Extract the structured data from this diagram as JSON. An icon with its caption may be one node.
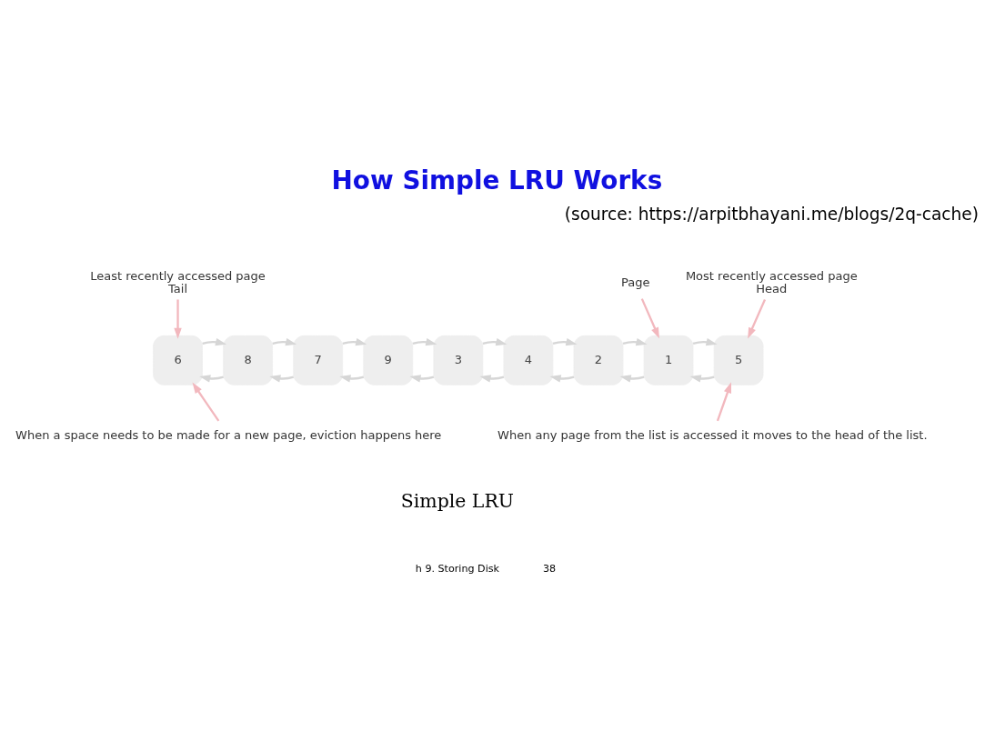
{
  "diagram": {
    "title": "How Simple LRU Works",
    "caption": "Simple LRU",
    "nodes": [
      {
        "text": [
          "Most recently accessed page",
          "Head"
        ]
      },
      {
        "text": [
          "Page"
        ]
      },
      {
        "text": [
          "Least recently accessed page",
          "Tail"
        ]
      },
      {
        "text": [
          "5"
        ]
      },
      {
        "text": [
          "1"
        ]
      },
      {
        "text": [
          "2"
        ]
      },
      {
        "text": [
          "4"
        ]
      },
      {
        "text": [
          "3"
        ]
      },
      {
        "text": [
          "9"
        ]
      },
      {
        "text": [
          "7"
        ]
      },
      {
        "text": [
          "8"
        ]
      },
      {
        "text": [
          "6"
        ]
      },
      {
        "text": [
          "When any page from the list is accessed it moves to the head of the list."
        ]
      },
      {
        "text": [
          "When a space needs to be made for a new page, eviction happens here"
        ]
      }
    ],
    "edges": [
      {
        "from": 0,
        "to": 3,
        "arrow": "to",
        "color": "#f2b8be"
      },
      {
        "from": 1,
        "to": 4,
        "arrow": "to",
        "color": "#f2b8be"
      },
      {
        "from": 2,
        "to": 11,
        "arrow": "to",
        "color": "#f2b8be"
      },
      {
        "from": 3,
        "to": 4,
        "arrow": "to"
      },
      {
        "from": 4,
        "to": 3,
        "arrow": "to"
      },
      {
        "from": 4,
        "to": 5,
        "arrow": "to"
      },
      {
        "from": 5,
        "to": 4,
        "arrow": "to"
      },
      {
        "from": 5,
        "to": 6,
        "arrow": "to"
      },
      {
        "from": 6,
        "to": 5,
        "arrow": "to"
      },
      {
        "from": 6,
        "to": 7,
        "arrow": "to"
      },
      {
        "from": 7,
        "to": 6,
        "arrow": "to"
      },
      {
        "from": 7,
        "to": 8,
        "arrow": "to"
      },
      {
        "from": 8,
        "to": 7,
        "arrow": "to"
      },
      {
        "from": 8,
        "to": 9,
        "arrow": "to"
      },
      {
        "from": 9,
        "to": 8,
        "arrow": "to"
      },
      {
        "from": 9,
        "to": 10,
        "arrow": "to"
      },
      {
        "from": 10,
        "to": 9,
        "arrow": "to"
      },
      {
        "from": 10,
        "to": 11,
        "arrow": "to"
      },
      {
        "from": 11,
        "to": 10,
        "arrow": "to"
      },
      {
        "from": 12,
        "to": 3,
        "arrow": "to",
        "color": "#f2b8be"
      },
      {
        "from": 13,
        "to": 11,
        "arrow": "to",
        "color": "#f2b8be"
      }
    ],
    "labels": [
      "(source: https://arpitbhayani.me/blogs/2q-cache)",
      "h 9. Storing Disk",
      "38"
    ]
  }
}
